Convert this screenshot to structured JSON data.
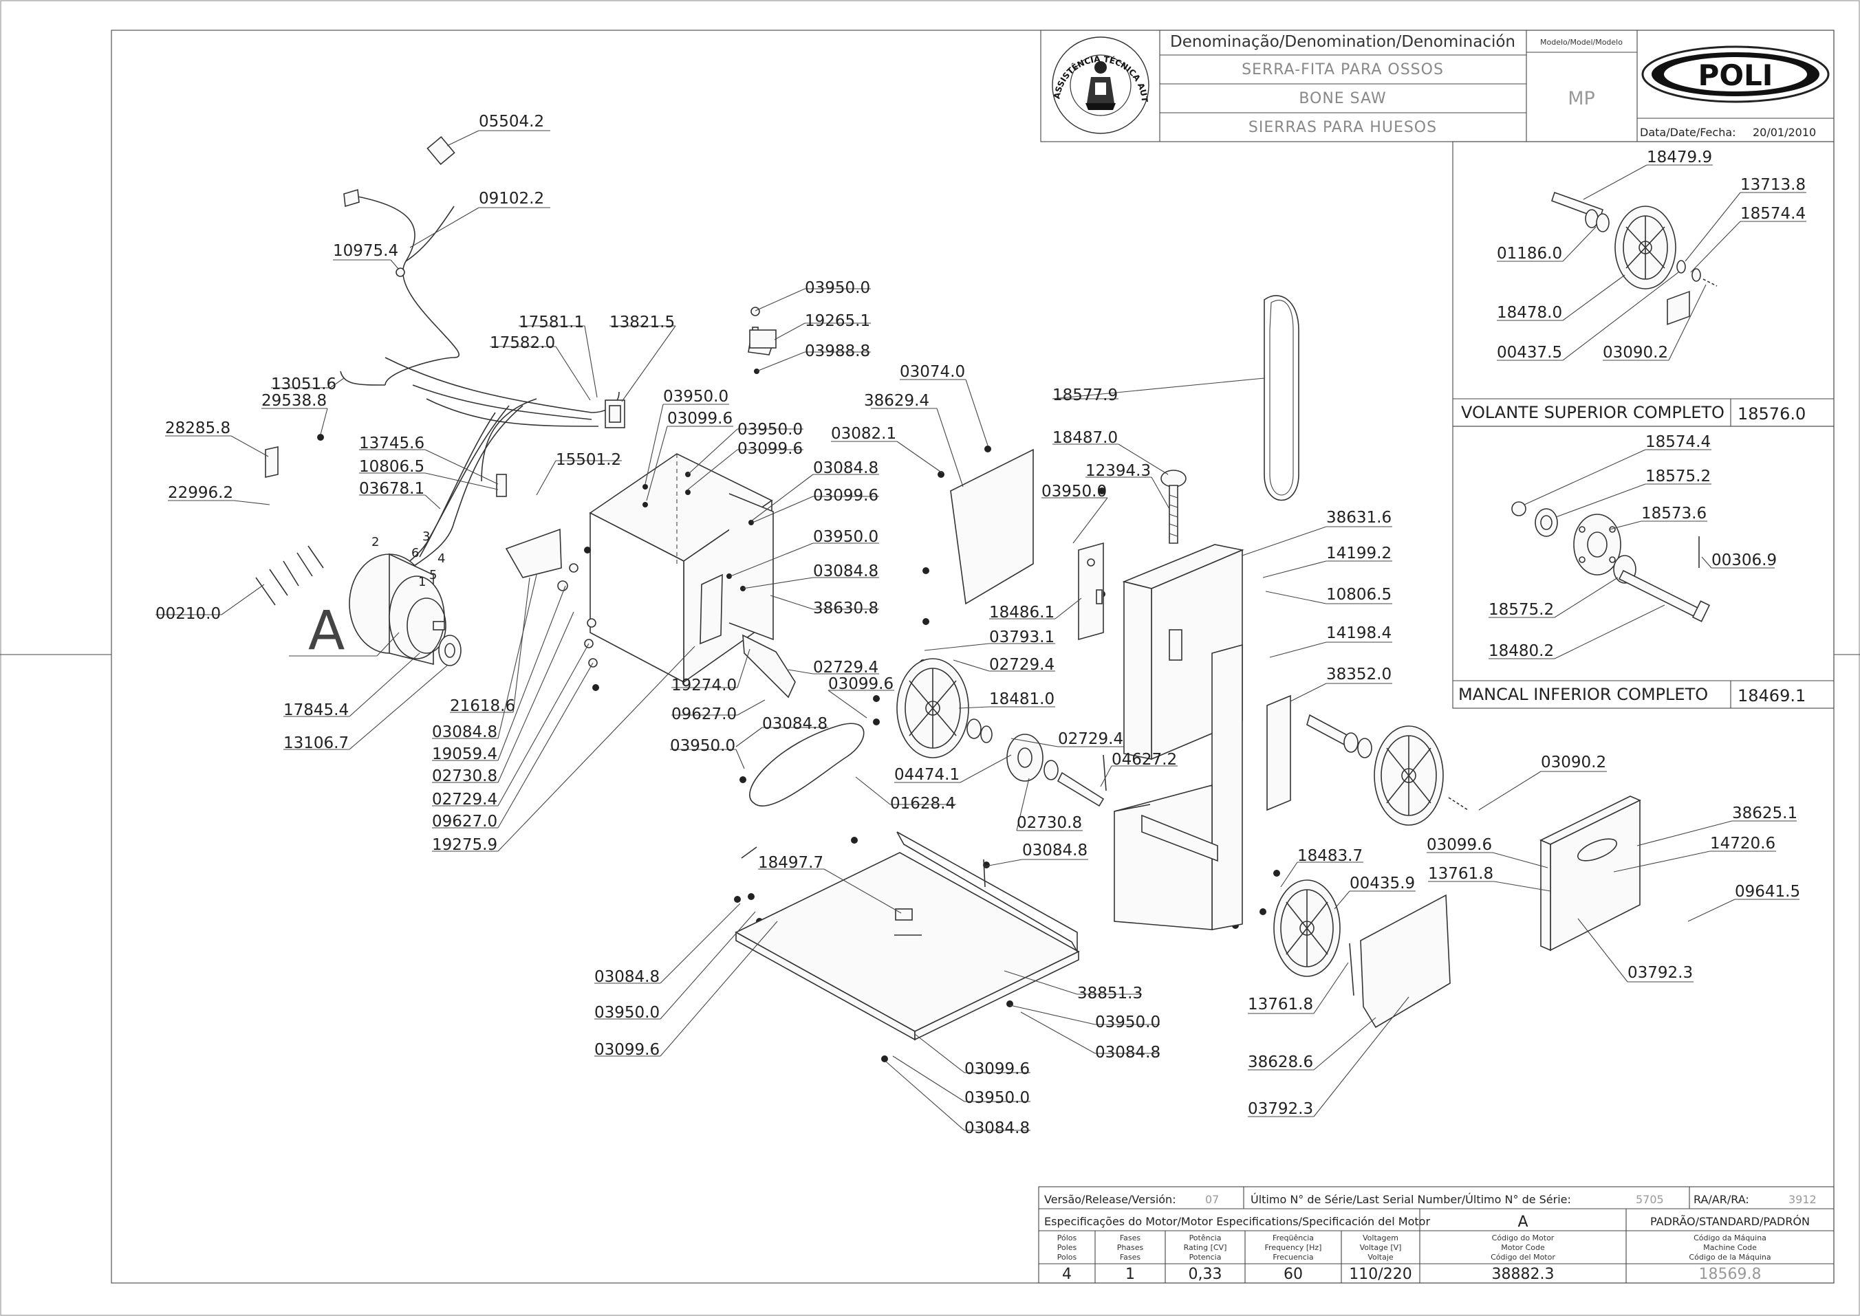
{
  "title_block": {
    "denomination_header": "Denominação/Denomination/Denominación",
    "model_header": "Modelo/Model/Modelo",
    "name_pt": "SERRA-FITA PARA OSSOS",
    "name_en": "BONE SAW",
    "name_es": "SIERRAS PARA HUESOS",
    "model_value": "MP",
    "date_label": "Data/Date/Fecha:",
    "date_value": "20/01/2010",
    "brand": "POLI",
    "seal_text": "ASSISTÊNCIA TÉCNICA AUTORIZADA"
  },
  "detail_top": {
    "title": "VOLANTE SUPERIOR COMPLETO",
    "code": "18576.0",
    "labels": [
      "18479.9",
      "13713.8",
      "18574.4",
      "01186.0",
      "18478.0",
      "00437.5",
      "03090.2"
    ]
  },
  "detail_bottom": {
    "title": "MANCAL INFERIOR COMPLETO",
    "code": "18469.1",
    "labels": [
      "18574.4",
      "18575.2",
      "18573.6",
      "00306.9",
      "18575.2",
      "18480.2"
    ]
  },
  "footer": {
    "release_label": "Versão/Release/Versión:",
    "release_value": "07",
    "serial_label": "Último N° de Série/Last Serial Number/Último N° de Série:",
    "serial_value": "5705",
    "ra_label": "RA/AR/RA:",
    "ra_value": "3912",
    "motor_spec_label": "Especificações do Motor/Motor Especifications/Specificación del Motor",
    "motor_letter": "A",
    "standard_label": "PADRÃO/STANDARD/PADRÓN",
    "columns": [
      [
        "Pólos",
        "Poles",
        "Polos"
      ],
      [
        "Fases",
        "Phases",
        "Fases"
      ],
      [
        "Potência",
        "Rating [CV]",
        "Potencia"
      ],
      [
        "Freqüência",
        "Frequency [Hz]",
        "Frecuencia"
      ],
      [
        "Voltagem",
        "Voltage [V]",
        "Voltaje"
      ],
      [
        "Código do Motor",
        "Motor Code",
        "Código del Motor"
      ],
      [
        "Código da Máquina",
        "Machine Code",
        "Código de la Máquina"
      ]
    ],
    "values": [
      "4",
      "1",
      "0,33",
      "60",
      "110/220",
      "38882.3",
      "18569.8"
    ]
  },
  "motor_letter_callout": "A",
  "wire_numbers": [
    "1",
    "2",
    "3",
    "4",
    "5",
    "6"
  ],
  "labels": [
    {
      "t": "05504.2"
    },
    {
      "t": "09102.2"
    },
    {
      "t": "10975.4"
    },
    {
      "t": "13051.6"
    },
    {
      "t": "29538.8"
    },
    {
      "t": "28285.8"
    },
    {
      "t": "22996.2"
    },
    {
      "t": "13745.6"
    },
    {
      "t": "10806.5"
    },
    {
      "t": "03678.1"
    },
    {
      "t": "00210.0"
    },
    {
      "t": "17845.4"
    },
    {
      "t": "13106.7"
    },
    {
      "t": "17581.1"
    },
    {
      "t": "17582.0"
    },
    {
      "t": "13821.5"
    },
    {
      "t": "15501.2"
    },
    {
      "t": "21618.6"
    },
    {
      "t": "03084.8"
    },
    {
      "t": "19059.4"
    },
    {
      "t": "02730.8"
    },
    {
      "t": "02729.4"
    },
    {
      "t": "09627.0"
    },
    {
      "t": "19275.9"
    },
    {
      "t": "03950.0"
    },
    {
      "t": "03099.6"
    },
    {
      "t": "03950.0"
    },
    {
      "t": "03099.6"
    },
    {
      "t": "03084.8"
    },
    {
      "t": "03099.6"
    },
    {
      "t": "03950.0"
    },
    {
      "t": "03084.8"
    },
    {
      "t": "38630.8"
    },
    {
      "t": "03950.0"
    },
    {
      "t": "19265.1"
    },
    {
      "t": "03988.8"
    },
    {
      "t": "03074.0"
    },
    {
      "t": "38629.4"
    },
    {
      "t": "03082.1"
    },
    {
      "t": "19274.0"
    },
    {
      "t": "02729.4"
    },
    {
      "t": "03099.6"
    },
    {
      "t": "09627.0"
    },
    {
      "t": "03084.8"
    },
    {
      "t": "03950.0"
    },
    {
      "t": "01628.4"
    },
    {
      "t": "18577.9"
    },
    {
      "t": "18487.0"
    },
    {
      "t": "12394.3"
    },
    {
      "t": "03950.0"
    },
    {
      "t": "18486.1"
    },
    {
      "t": "03793.1"
    },
    {
      "t": "02729.4"
    },
    {
      "t": "18481.0"
    },
    {
      "t": "02729.4"
    },
    {
      "t": "04474.1"
    },
    {
      "t": "02730.8"
    },
    {
      "t": "04627.2"
    },
    {
      "t": "38631.6"
    },
    {
      "t": "14199.2"
    },
    {
      "t": "10806.5"
    },
    {
      "t": "14198.4"
    },
    {
      "t": "38352.0"
    },
    {
      "t": "03090.2"
    },
    {
      "t": "38625.1"
    },
    {
      "t": "14720.6"
    },
    {
      "t": "03099.6"
    },
    {
      "t": "13761.8"
    },
    {
      "t": "09641.5"
    },
    {
      "t": "03792.3"
    },
    {
      "t": "18483.7"
    },
    {
      "t": "00435.9"
    },
    {
      "t": "13761.8"
    },
    {
      "t": "38628.6"
    },
    {
      "t": "03792.3"
    },
    {
      "t": "18497.7"
    },
    {
      "t": "03084.8"
    },
    {
      "t": "03084.8"
    },
    {
      "t": "03950.0"
    },
    {
      "t": "03099.6"
    },
    {
      "t": "38851.3"
    },
    {
      "t": "03950.0"
    },
    {
      "t": "03084.8"
    },
    {
      "t": "03099.6"
    },
    {
      "t": "03950.0"
    },
    {
      "t": "03084.8"
    }
  ]
}
